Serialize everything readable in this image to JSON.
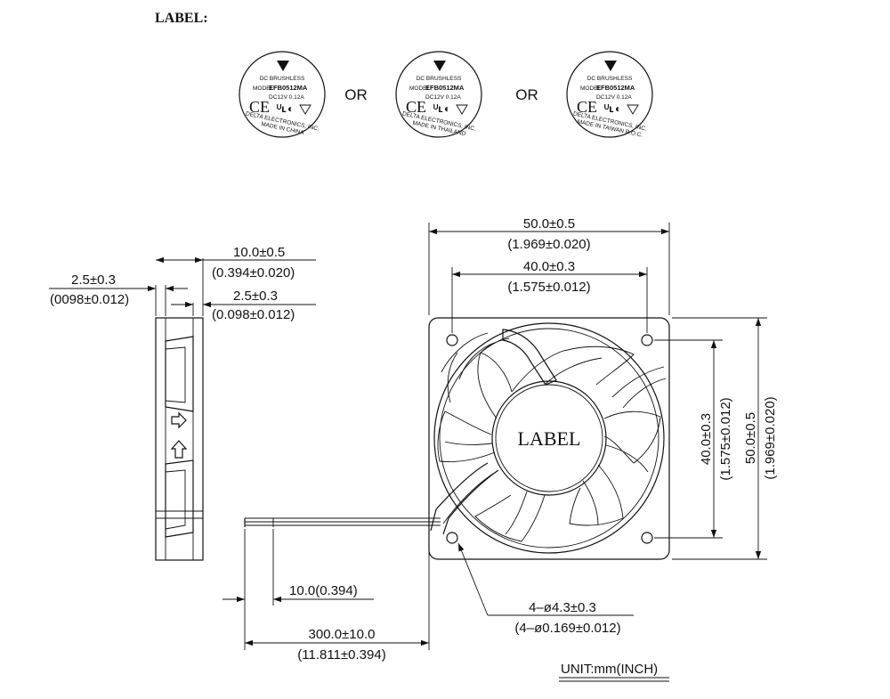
{
  "header_label": "LABEL:",
  "or_text": "OR",
  "label_badges": [
    {
      "line1": "DC  BRUSHLESS",
      "model_prefix": "MODEL",
      "model": "EFB0512MA",
      "rating": "DC12V  0.12A",
      "maker": "DELTA ELECTRONICS, INC.",
      "origin": "MADE IN CHINA"
    },
    {
      "line1": "DC  BRUSHLESS",
      "model_prefix": "MODEL",
      "model": "EFB0512MA",
      "rating": "DC12V  0.12A",
      "maker": "DELTA ELECTRONICS, INC.",
      "origin": "MADE IN THAILAND"
    },
    {
      "line1": "DC  BRUSHLESS",
      "model_prefix": "MODEL",
      "model": "EFB0512MA",
      "rating": "DC12V  0.12A",
      "maker": "DELTA ELECTRONICS, INC.",
      "origin": "MADE IN TAIWAN R.O.C."
    }
  ],
  "hub_label": "LABEL",
  "dims": {
    "side_total_mm": "10.0±0.5",
    "side_total_in": "(0.394±0.020)",
    "side_left_mm": "2.5±0.3",
    "side_left_in": "(0098±0.012)",
    "side_right_mm": "2.5±0.3",
    "side_right_in": "(0.098±0.012)",
    "width_mm": "50.0±0.5",
    "width_in": "(1.969±0.020)",
    "hole_spacing_mm": "40.0±0.3",
    "hole_spacing_in": "(1.575±0.012)",
    "height_mm": "50.0±0.5",
    "height_in": "(1.969±0.020)",
    "vhole_spacing_mm": "40.0±0.3",
    "vhole_spacing_in": "(1.575±0.012)",
    "strip": "10.0(0.394)",
    "lead_mm": "300.0±10.0",
    "lead_in": "(11.811±0.394)",
    "holes_mm": "4–ø4.3±0.3",
    "holes_in": "(4–ø0.169±0.012)"
  },
  "unit": "UNIT:mm(INCH)"
}
